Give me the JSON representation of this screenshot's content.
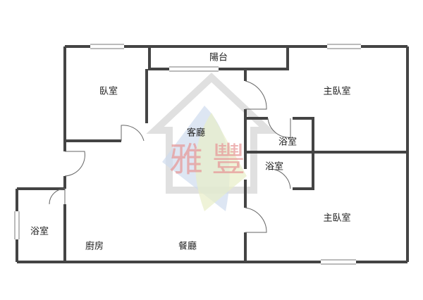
{
  "rooms": {
    "balcony": "陽台",
    "bedroom": "臥室",
    "master_bedroom_1": "主臥室",
    "living_room": "客廳",
    "bathroom_1": "浴室",
    "bathroom_2": "浴室",
    "bathroom_3": "浴室",
    "master_bedroom_2": "主臥室",
    "kitchen": "廚房",
    "dining_room": "餐廳"
  },
  "watermark": "雅豐",
  "colors": {
    "wall": "#444444",
    "watermark_text": "#e79a9a"
  }
}
